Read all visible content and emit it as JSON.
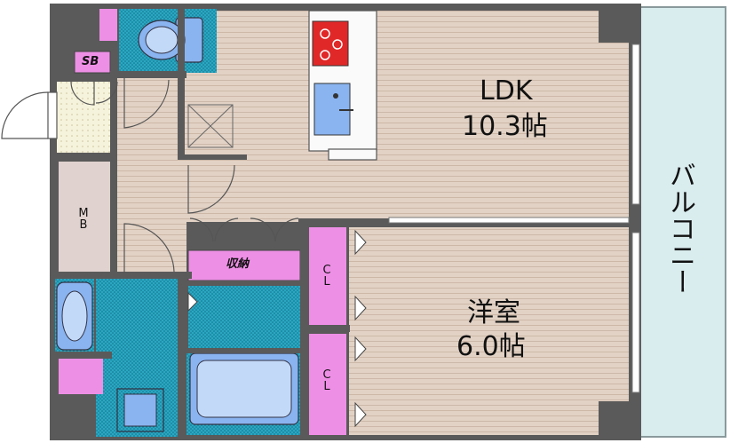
{
  "rooms": {
    "ldk": {
      "name": "LDK",
      "size": "10.3帖"
    },
    "western": {
      "name": "洋室",
      "size": "6.0帖"
    },
    "balcony": "バルコニー",
    "storage": "収納",
    "closet_upper": "CL",
    "closet_lower": "CL",
    "meter_box": "MB",
    "shoe_box": "SB"
  },
  "colors": {
    "floor_wood": "#e2d2c5",
    "floor_line": "#cdb8a8",
    "wall": "#5a5a5a",
    "wet_area": "#29a6c0",
    "closet_pink": "#ee8fe6",
    "fixture_blue": "#8ab4f0",
    "stove_red": "#e02828",
    "balcony": "#d9ecee"
  },
  "icons": [
    "toilet-icon",
    "stove-icon",
    "sink-icon",
    "bathtub-icon",
    "washbasin-icon",
    "washing-machine-icon",
    "door-swing-icon"
  ]
}
